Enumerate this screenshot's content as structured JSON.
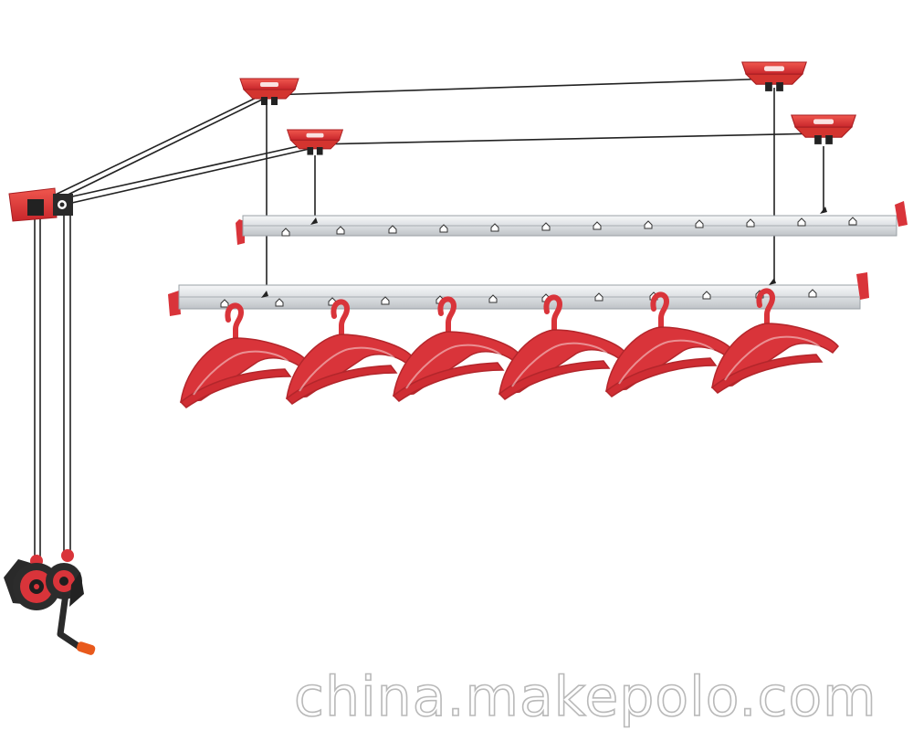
{
  "image": {
    "subject": "ceiling-mounted hand-crank clothes drying rack",
    "background_color": "#ffffff",
    "colors": {
      "hanger_red": "#d9343a",
      "bracket_red": "#e0403a",
      "rail_silver": "#e4e6e8",
      "rope": "#222222",
      "crank_black": "#2a2a2a",
      "handle_orange": "#e8591c"
    },
    "hanger_count": 6,
    "rail_count": 2,
    "pulley_bracket_count": 4
  },
  "watermark": {
    "text": "china.makepolo.com"
  }
}
